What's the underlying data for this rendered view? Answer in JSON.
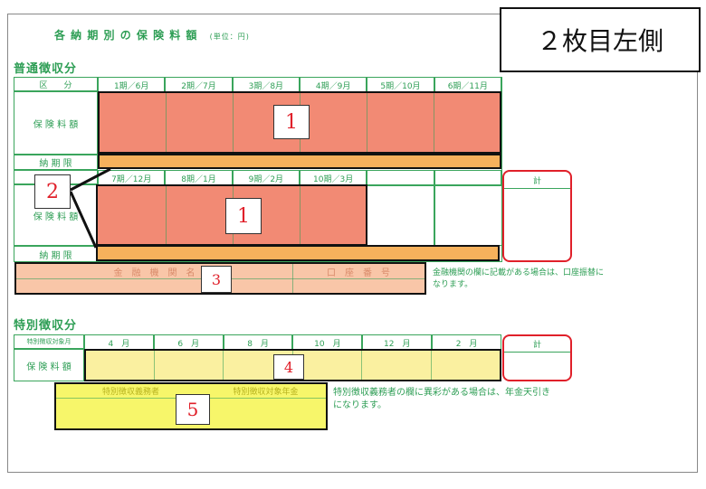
{
  "doc": {
    "title": "各 納 期 別 の 保 険 料 額",
    "title_unit": "(単位：円)",
    "page_label": "２枚目左側"
  },
  "futsu": {
    "heading": "普通徴収分",
    "row_head_label": "区　　分",
    "premium_label": "保 険 料 額",
    "due_label": "納 期 限",
    "periods_top": [
      "1期／6月",
      "2期／7月",
      "3期／8月",
      "4期／9月",
      "5期／10月",
      "6期／11月"
    ],
    "periods_bottom": [
      "7期／12月",
      "8期／1月",
      "9期／2月",
      "10期／3月",
      "",
      ""
    ],
    "total_label": "計",
    "bank_label": "金　融　機　関　名",
    "account_label": "口　座　番　号",
    "bank_note": "金融機関の欄に記載がある場合は、口座振替になります。"
  },
  "tokubetsu": {
    "heading": "特別徴収分",
    "month_head_label": "特別徴収対象月",
    "months": [
      "4　月",
      "6　月",
      "8　月",
      "10　月",
      "12　月",
      "2　月"
    ],
    "premium_label": "保 険 料 額",
    "total_label": "計",
    "obligor_label": "特別徴収義務者",
    "pension_label": "特別徴収対象年金",
    "note": "特別徴収義務者の欄に異彩がある場合は、年金天引きになります。"
  },
  "markers": [
    "1",
    "1",
    "2",
    "3",
    "4",
    "5"
  ],
  "colors": {
    "green": "#2e9e55",
    "salmon": "#f28a74",
    "orange": "#f6b15c",
    "peach": "#f9c6a8",
    "yellow_light": "#faf0a0",
    "yellow": "#f7f66a",
    "red_box": "#e0202a"
  }
}
